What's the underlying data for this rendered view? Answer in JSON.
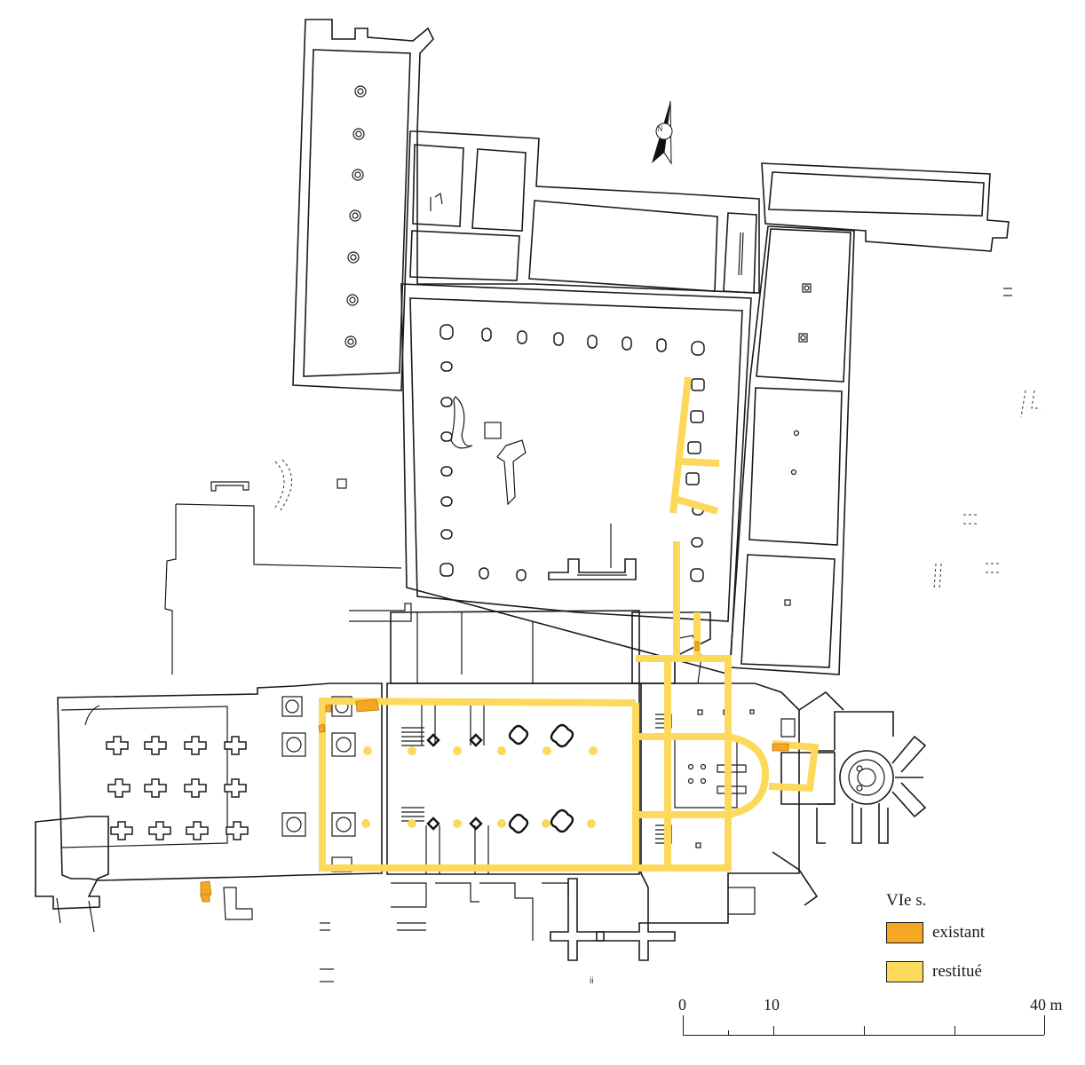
{
  "plan": {
    "type": "archaeological-site-plan",
    "colors": {
      "walls": "#1a1a1a",
      "existant": "#f5a623",
      "restitue": "#fcd95a",
      "background": "#ffffff"
    }
  },
  "north_arrow": {
    "icon": "north-arrow-icon",
    "label": "N"
  },
  "legend": {
    "title": "VIe s.",
    "items": [
      {
        "label": "existant",
        "color": "#f5a623"
      },
      {
        "label": "restitué",
        "color": "#fcd95a"
      }
    ]
  },
  "scale_bar": {
    "labels": [
      {
        "text": "0",
        "position_m": 0
      },
      {
        "text": "10",
        "position_m": 10
      },
      {
        "text": "40 m",
        "position_m": 40
      }
    ],
    "ticks_m": [
      0,
      5,
      10,
      20,
      30,
      40
    ],
    "unit": "m",
    "max": 40
  },
  "misc_labels": {
    "bottom_mark": "ii"
  }
}
